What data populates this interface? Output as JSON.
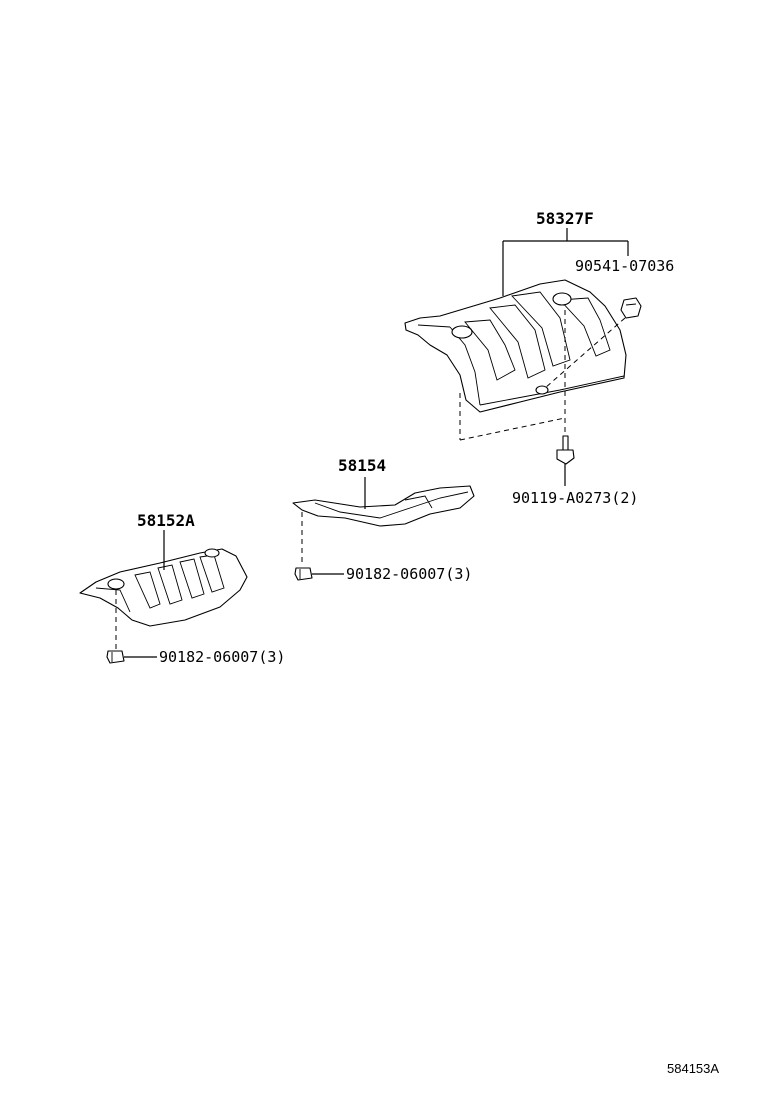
{
  "parts": {
    "heat_insulator_rear": {
      "number": "58327F"
    },
    "clip_rear": {
      "number": "90541-07036"
    },
    "bolt_rear": {
      "number": "90119-A0273(2)"
    },
    "heat_insulator_center": {
      "number": "58154"
    },
    "nut_center": {
      "number": "90182-06007(3)"
    },
    "heat_insulator_front": {
      "number": "58152A"
    },
    "nut_front": {
      "number": "90182-06007(3)"
    }
  },
  "diagram_ref": "584153A"
}
